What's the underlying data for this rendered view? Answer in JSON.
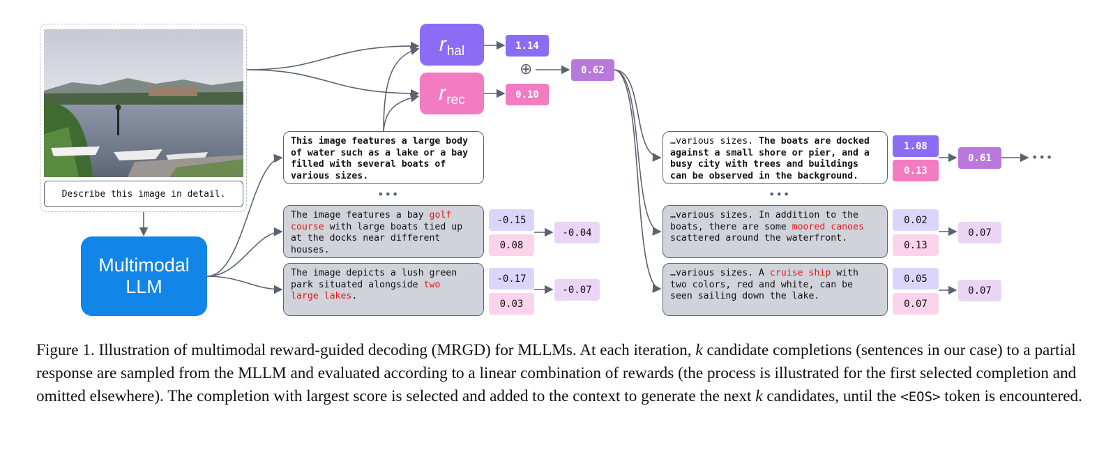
{
  "prompt": "Describe this image in detail.",
  "llm": {
    "line1": "Multimodal",
    "line2": "LLM"
  },
  "rewards": {
    "hal": {
      "symbol": "r",
      "sub": "hal"
    },
    "rec": {
      "symbol": "r",
      "sub": "rec"
    },
    "combine_symbol": "⊕"
  },
  "step1": {
    "selected": {
      "text": "This image features a large body\nof water such as a lake or a bay\nfilled with several boats of\nvarious sizes.",
      "hal": "1.14",
      "rec": "0.10",
      "score": "0.62"
    },
    "ellipsis": "•••",
    "rejected": [
      {
        "pre": "The image features a bay ",
        "hallucination": "golf\ncourse",
        "post": " with large boats tied up\nat the docks near different\nhouses.",
        "hal": "-0.15",
        "rec": "0.08",
        "score": "-0.04"
      },
      {
        "pre": "The image depicts a lush green\npark situated alongside ",
        "hallucination": "two\nlarge lakes",
        "post": ".",
        "hal": "-0.17",
        "rec": "0.03",
        "score": "-0.07"
      }
    ]
  },
  "step2": {
    "selected": {
      "prefix": "…various sizes. ",
      "text": "The boats are docked\nagainst a small shore or pier, and a\nbusy city with trees and buildings\ncan be observed in the background.",
      "hal": "1.08",
      "rec": "0.13",
      "score": "0.61"
    },
    "ellipsis": "•••",
    "trailing": "•••",
    "others": [
      {
        "pre": "…various sizes. In addition to the\nboats, there are some ",
        "hallucination": "moored canoes",
        "post": "\nscattered around the waterfront.",
        "hal": "0.02",
        "rec": "0.13",
        "score": "0.07"
      },
      {
        "pre": "…various sizes. A ",
        "hallucination": "cruise ship",
        "post": " with\ntwo colors, red and white, can be\nseen sailing down the lake.",
        "hal": "0.05",
        "rec": "0.07",
        "score": "0.07"
      }
    ]
  },
  "caption": {
    "p1": "Figure 1. Illustration of multimodal reward-guided decoding (MRGD) for MLLMs. At each iteration, ",
    "k1": "k",
    "p2": " candidate completions (sentences in our case) to a partial response are sampled from the MLLM and evaluated according to a linear combination of rewards (the process is illustrated for the first selected completion and omitted elsewhere). The completion with largest score is selected and added to the context to generate the next ",
    "k2": "k",
    "p3": " candidates, until the ",
    "token": "<EOS>",
    "p4": " token is encountered."
  },
  "colors": {
    "llm": "#1185e8",
    "hal": "#8b6cf5",
    "rec": "#f27bc2",
    "sum": "#b978dc",
    "hallucination": "#e01b1b",
    "arrow": "#5b6270"
  }
}
